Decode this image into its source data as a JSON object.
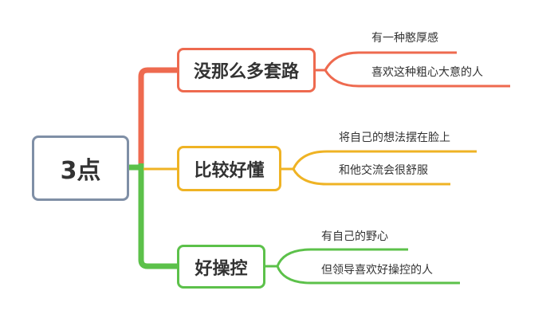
{
  "root": {
    "label": "3点"
  },
  "branches": [
    {
      "label": "没那么多套路",
      "color": "#ee6a4f",
      "leaves": [
        "有一种憨厚感",
        "喜欢这种粗心大意的人"
      ]
    },
    {
      "label": "比较好懂",
      "color": "#efb324",
      "leaves": [
        "将自己的想法摆在脸上",
        "和他交流会很舒服"
      ]
    },
    {
      "label": "好操控",
      "color": "#5cc14a",
      "leaves": [
        "有自己的野心",
        "但领导喜欢好操控的人"
      ]
    }
  ],
  "colors": {
    "root_border": "#7f8fa6"
  }
}
